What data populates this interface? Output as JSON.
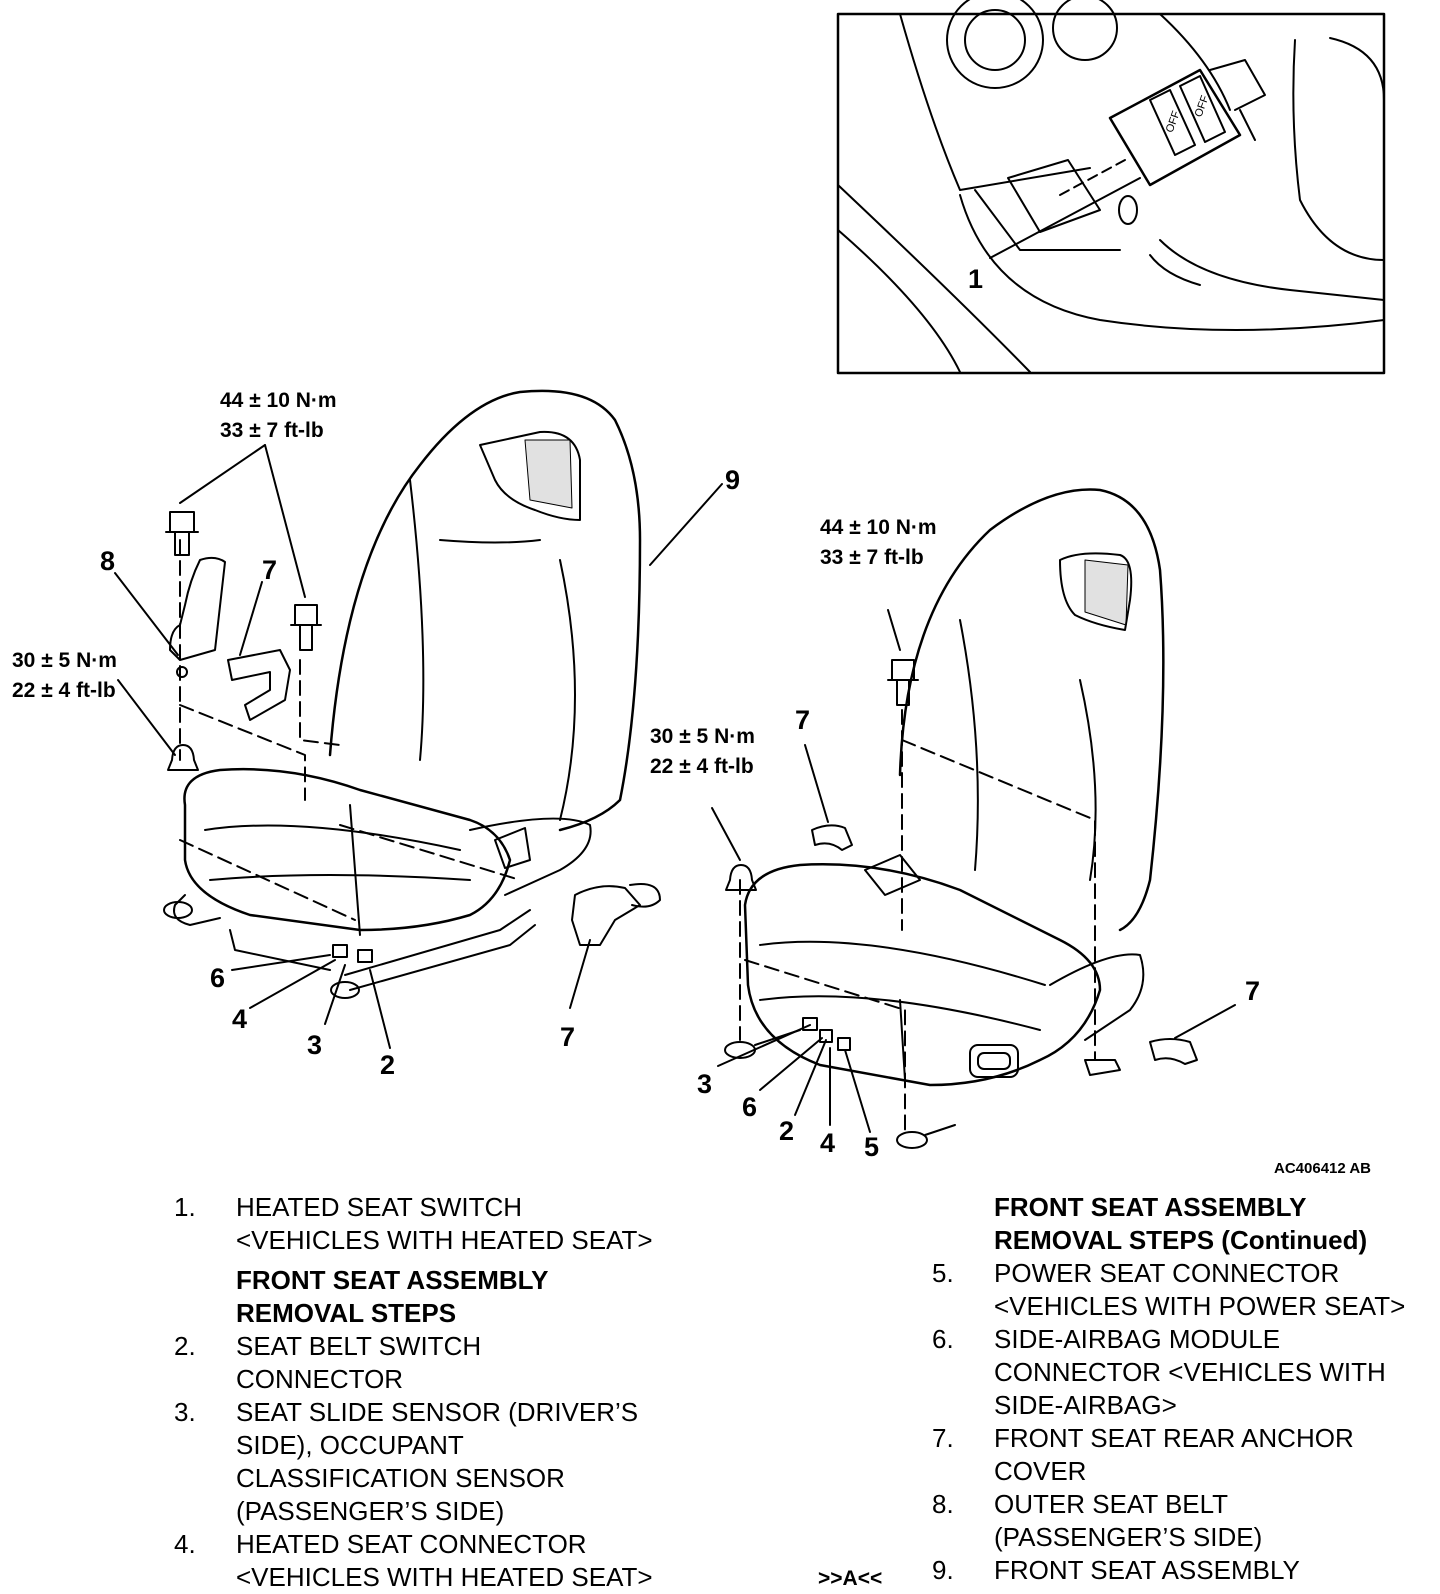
{
  "callouts": {
    "torque_left_upper": [
      "44 ± 10 N·m",
      "33 ± 7 ft-lb"
    ],
    "torque_left_lower": [
      "30 ± 5 N·m",
      "22 ± 4 ft-lb"
    ],
    "torque_right_upper": [
      "44 ± 10 N·m",
      "33 ± 7 ft-lb"
    ],
    "torque_right_lower": [
      "30 ± 5 N·m",
      "22 ± 4 ft-lb"
    ]
  },
  "numbers": {
    "inset_1": "1",
    "left_9": "9",
    "left_8": "8",
    "left_7a": "7",
    "left_6": "6",
    "left_4": "4",
    "left_3": "3",
    "left_2": "2",
    "left_7b": "7",
    "right_7a": "7",
    "right_7b": "7",
    "right_3": "3",
    "right_6": "6",
    "right_2": "2",
    "right_4": "4",
    "right_5": "5"
  },
  "figure_id": "AC406412 AB",
  "legend_left": {
    "item1": {
      "num": "1.",
      "lines": [
        "HEATED SEAT SWITCH",
        "<VEHICLES WITH HEATED  SEAT>"
      ]
    },
    "header": [
      "FRONT SEAT ASSEMBLY",
      "REMOVAL STEPS"
    ],
    "item2": {
      "num": "2.",
      "lines": [
        "SEAT BELT SWITCH",
        "CONNECTOR"
      ]
    },
    "item3": {
      "num": "3.",
      "lines": [
        "SEAT SLIDE SENSOR (DRIVER’S",
        "SIDE), OCCUPANT",
        "CLASSIFICATION SENSOR",
        "(PASSENGER’S SIDE)"
      ]
    },
    "item4": {
      "num": "4.",
      "lines": [
        "HEATED SEAT CONNECTOR",
        "<VEHICLES WITH HEATED  SEAT>"
      ]
    }
  },
  "legend_right": {
    "header": [
      "FRONT SEAT ASSEMBLY",
      "REMOVAL STEPS (Continued)"
    ],
    "item5": {
      "num": "5.",
      "lines": [
        "POWER SEAT CONNECTOR",
        "<VEHICLES WITH POWER SEAT>"
      ]
    },
    "item6": {
      "num": "6.",
      "lines": [
        "SIDE-AIRBAG MODULE",
        "CONNECTOR <VEHICLES WITH",
        "SIDE-AIRBAG>"
      ]
    },
    "item7": {
      "num": "7.",
      "lines": [
        "FRONT SEAT REAR ANCHOR",
        "COVER"
      ]
    },
    "item8": {
      "num": "8.",
      "lines": [
        "OUTER SEAT BELT",
        "(PASSENGER’S SIDE)"
      ]
    },
    "item9": {
      "num": "9.",
      "lines": [
        "FRONT SEAT ASSEMBLY"
      ],
      "marker": ">>A<<"
    }
  }
}
